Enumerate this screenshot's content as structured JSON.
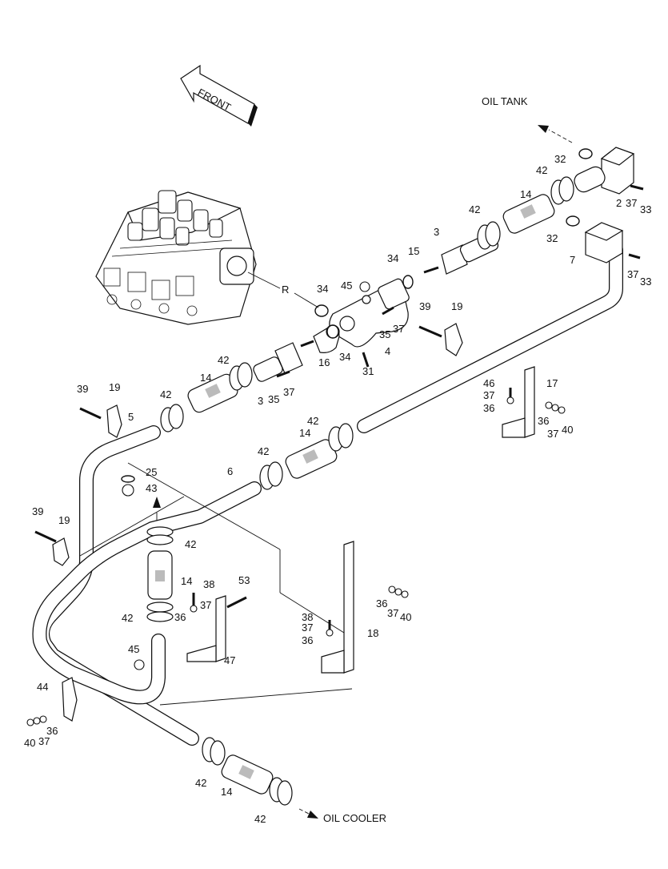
{
  "labels": {
    "front": "FRONT",
    "oil_tank": "OIL TANK",
    "oil_cooler": "OIL COOLER",
    "ref_r": "R"
  },
  "callouts": [
    "2",
    "3",
    "4",
    "5",
    "6",
    "7",
    "14",
    "15",
    "16",
    "17",
    "18",
    "19",
    "25",
    "31",
    "32",
    "33",
    "34",
    "35",
    "36",
    "37",
    "38",
    "39",
    "40",
    "42",
    "43",
    "44",
    "45",
    "46",
    "47",
    "53"
  ]
}
